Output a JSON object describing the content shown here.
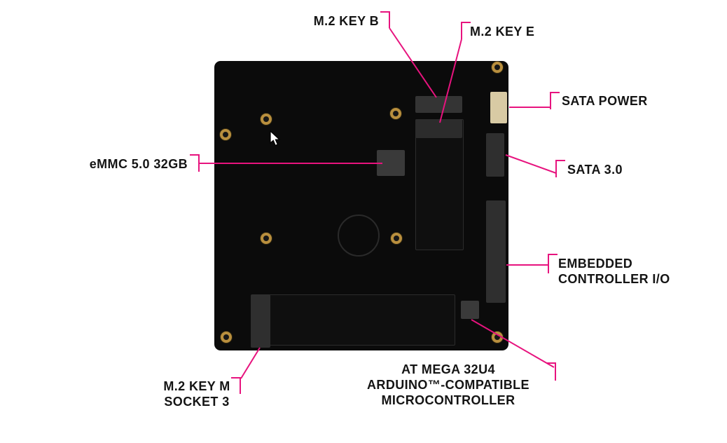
{
  "diagram": {
    "accent_color": "#e7137e",
    "board_color": "#0b0b0b",
    "callouts": [
      {
        "name": "m2-key-b",
        "lines": [
          "M.2 KEY B"
        ]
      },
      {
        "name": "m2-key-e",
        "lines": [
          "M.2 KEY E"
        ]
      },
      {
        "name": "sata-power",
        "lines": [
          "SATA POWER"
        ]
      },
      {
        "name": "sata-3-0",
        "lines": [
          "SATA 3.0"
        ]
      },
      {
        "name": "embedded-controller-io",
        "lines": [
          "EMBEDDED",
          "CONTROLLER I/O"
        ]
      },
      {
        "name": "emmc",
        "lines": [
          "eMMC 5.0 32GB"
        ]
      },
      {
        "name": "m2-key-m-socket-3",
        "lines": [
          "M.2 KEY M",
          "SOCKET 3"
        ]
      },
      {
        "name": "atmega-32u4",
        "lines": [
          "AT MEGA 32U4",
          "ARDUINO™-COMPATIBLE",
          "MICROCONTROLLER"
        ]
      }
    ]
  }
}
